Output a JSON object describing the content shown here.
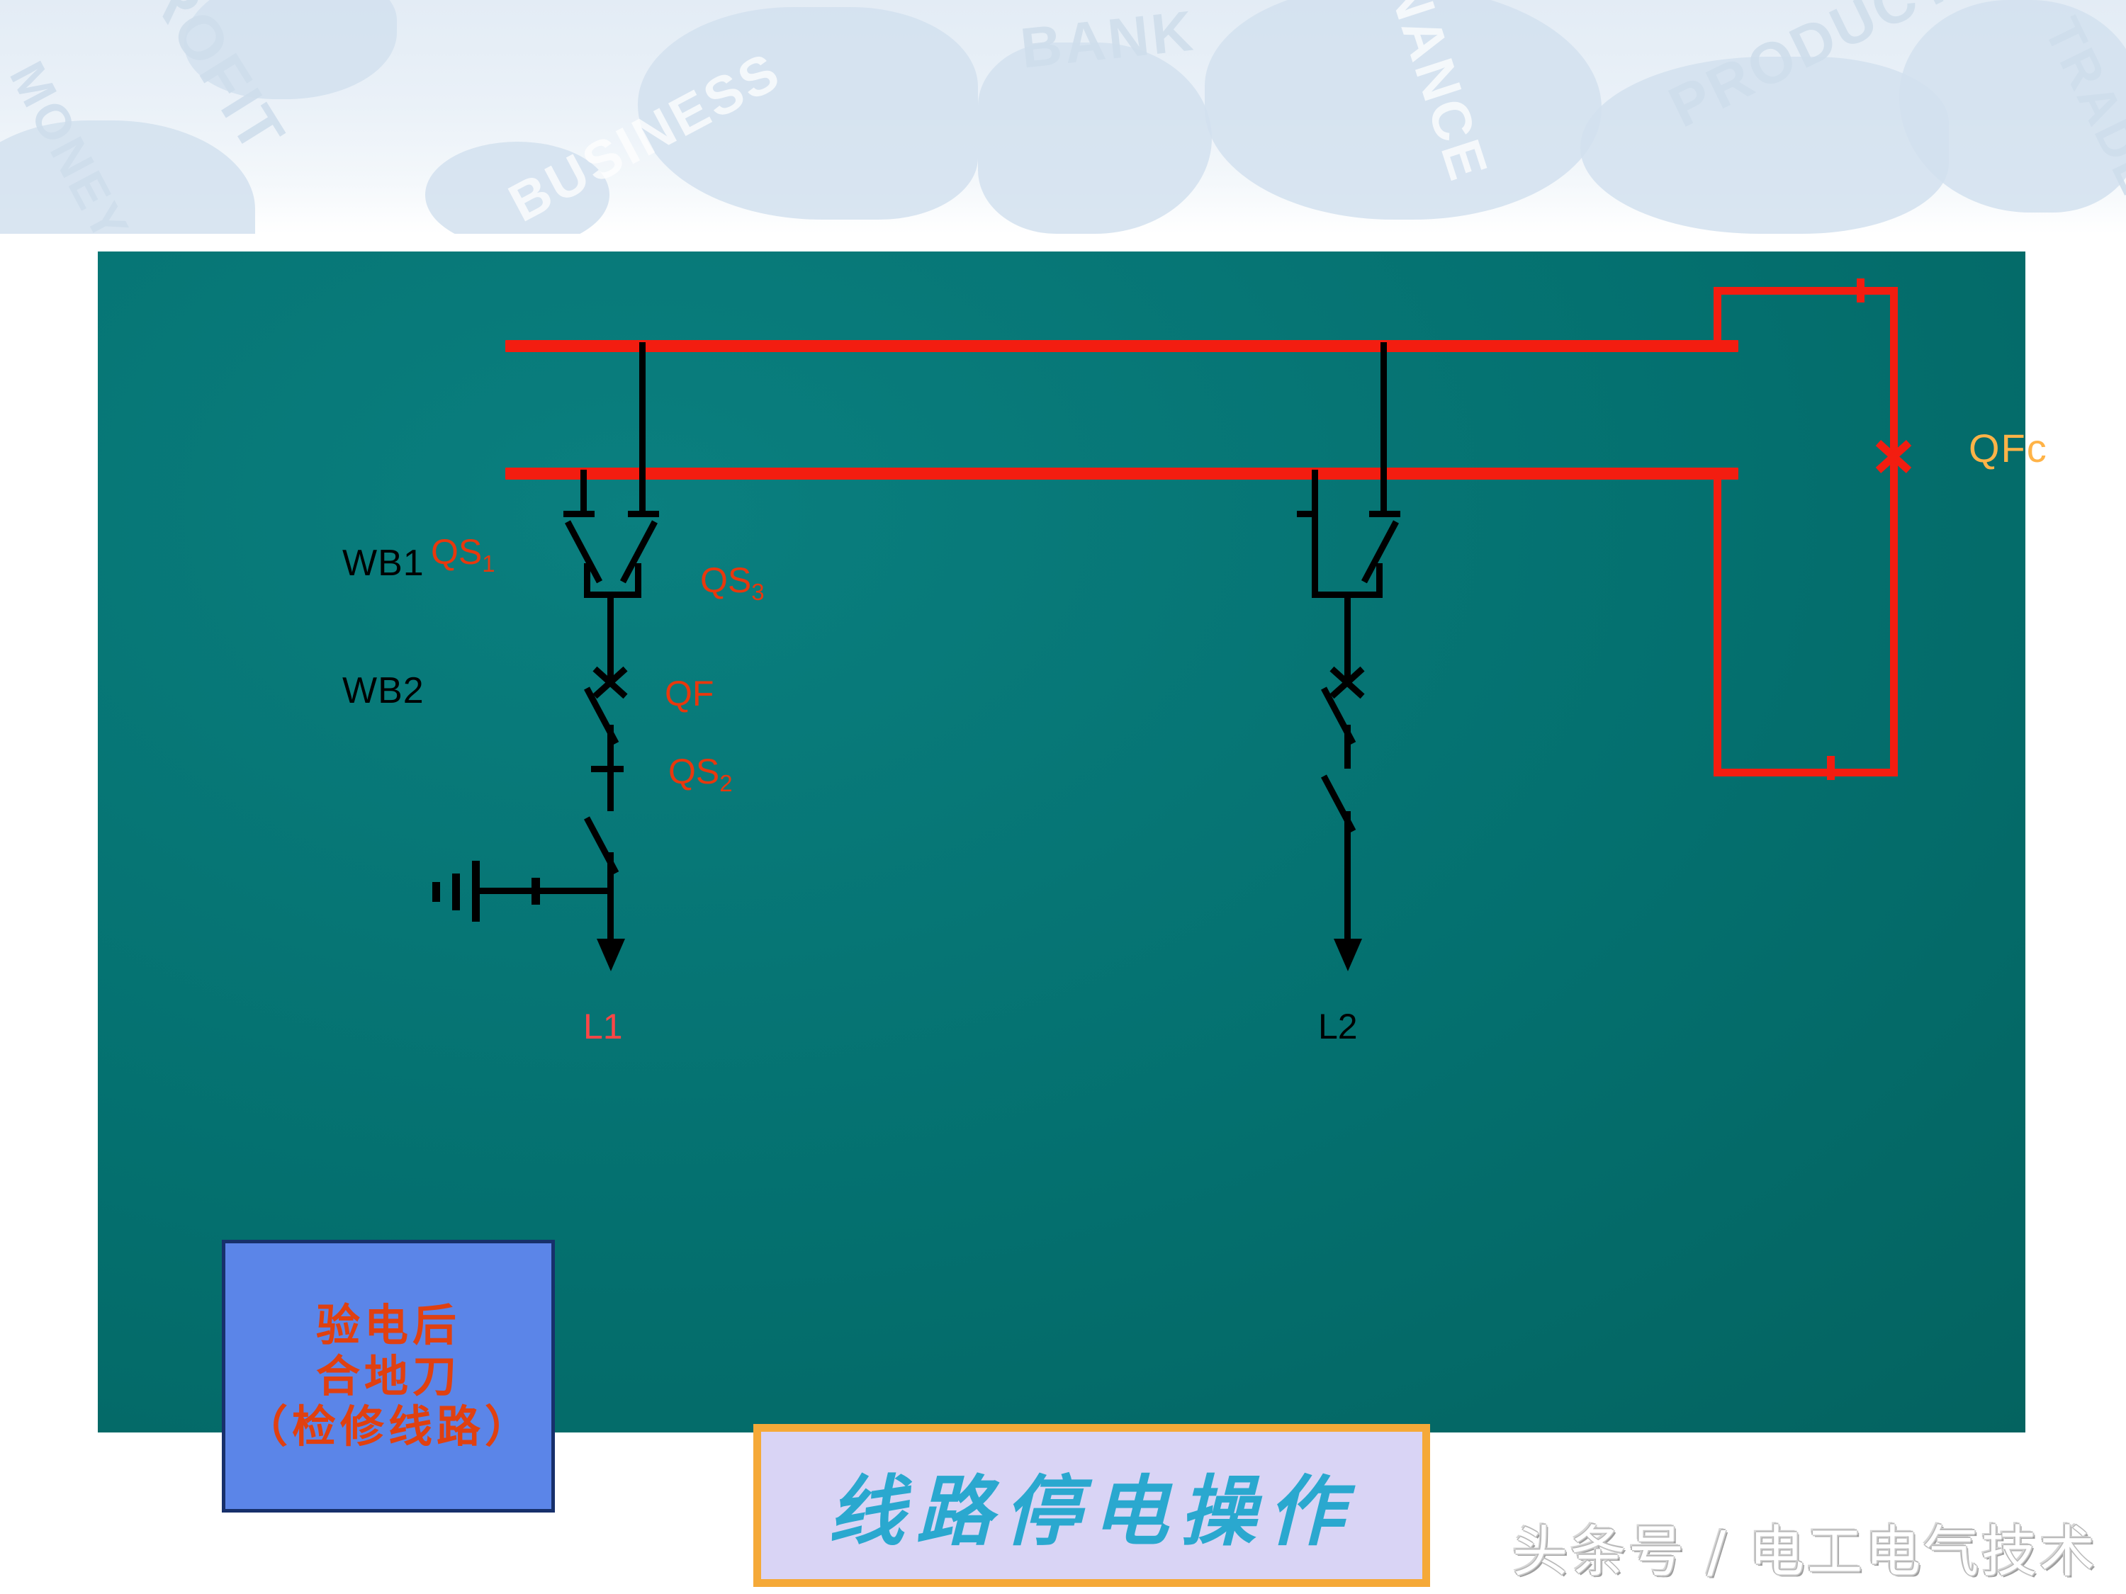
{
  "banner": {
    "words": [
      "PROFIT",
      "MONEY",
      "BUSINESS",
      "BANK",
      "FINANCE",
      "PRODUCT",
      "TRADE"
    ]
  },
  "diagram": {
    "busbars": [
      {
        "id": "WB1",
        "label": "WB1",
        "color": "#f31d10"
      },
      {
        "id": "WB2",
        "label": "WB2",
        "color": "#f31d10"
      }
    ],
    "devices": [
      {
        "id": "QS1",
        "label": "QS",
        "sub": "1",
        "color": "#e8380d",
        "kind": "disconnector",
        "state": "open"
      },
      {
        "id": "QS3",
        "label": "QS",
        "sub": "3",
        "color": "#e8380d",
        "kind": "disconnector",
        "state": "open"
      },
      {
        "id": "QF",
        "label": "QF",
        "sub": "",
        "color": "#e8380d",
        "kind": "circuit-breaker",
        "state": "open"
      },
      {
        "id": "QS2",
        "label": "QS",
        "sub": "2",
        "color": "#e8380d",
        "kind": "disconnector",
        "state": "open"
      },
      {
        "id": "QFc",
        "label": "QFc",
        "sub": "",
        "color": "#ffb347",
        "kind": "bus-coupler-breaker",
        "state": "open"
      }
    ],
    "feeders": [
      {
        "id": "L1",
        "label": "L1",
        "color": "#fd4646"
      },
      {
        "id": "L2",
        "label": "L2",
        "color": "#000000"
      }
    ],
    "earth_switch": {
      "name": "grounding-switch",
      "state": "closed"
    }
  },
  "callout": {
    "lines": [
      "验电后",
      "合地刀",
      "（检修线路）"
    ],
    "fill": "#5b85e8",
    "text_color": "#e04010"
  },
  "title_plate": {
    "text": "线路停电操作",
    "text_color": "#2aa8cf",
    "fill": "#d9d4f5",
    "border": "#f5a938"
  },
  "footer": {
    "text": "头条号 / 电工电气技术"
  },
  "panel": {
    "background": "#04706f"
  }
}
